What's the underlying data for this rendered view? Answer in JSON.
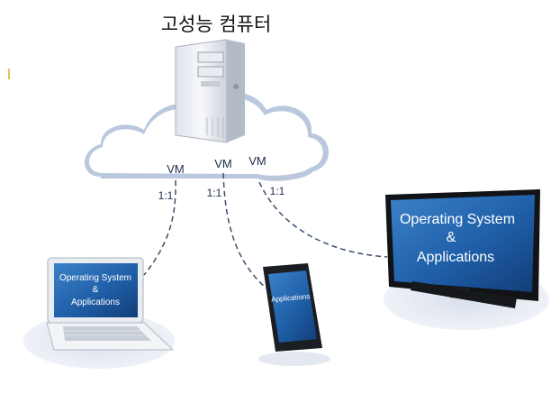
{
  "title": "고성능 컴퓨터",
  "cloud": {
    "vm_labels": [
      "VM",
      "VM",
      "VM"
    ],
    "ratios": [
      "1:1",
      "1:1",
      "1:1"
    ]
  },
  "laptop": {
    "screen_lines": [
      "Operating System",
      "&",
      "Applications"
    ]
  },
  "tablet": {
    "screen_lines": [
      "Applications"
    ]
  },
  "tv": {
    "screen_lines": [
      "Operating System",
      "&",
      "Applications"
    ]
  },
  "colors": {
    "cloud_fill": "#ffffff",
    "cloud_edge": "#b9c8dc",
    "screen_blue": "#1f5fa8",
    "shadow": "#e3e8f1",
    "dash": "#3a4f6e"
  }
}
